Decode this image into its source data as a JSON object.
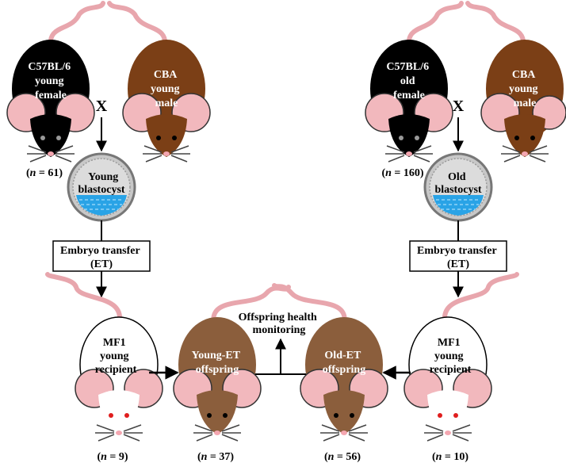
{
  "colors": {
    "black_mouse": "#000000",
    "brown_mouse": "#7b3f16",
    "et_brown": "#8b5e3c",
    "white_mouse": "#ffffff",
    "ear_pink": "#f2b8bd",
    "tail_pink": "#e8a6ad",
    "nose_pink": "#f4a6b0",
    "eye_red": "#e01e1e",
    "dish_grey": "#c8c8c8",
    "cells_blue": "#29a3e6"
  },
  "mice": {
    "c57_young": {
      "line1": "C57BL/6",
      "line2": "young",
      "line3": "female",
      "n_prefix": "(",
      "n_var": "n",
      "n_rest": " = 61)"
    },
    "cba_left": {
      "line1": "CBA",
      "line2": "young",
      "line3": "male"
    },
    "c57_old": {
      "line1": "C57BL/6",
      "line2": "old",
      "line3": "female",
      "n_prefix": "(",
      "n_var": "n",
      "n_rest": " = 160)"
    },
    "cba_right": {
      "line1": "CBA",
      "line2": "young",
      "line3": "male"
    },
    "mf1_left": {
      "line1": "MF1",
      "line2": "young",
      "line3": "recipient",
      "n_prefix": "(",
      "n_var": "n",
      "n_rest": " = 9)"
    },
    "young_et": {
      "line1": "Young-ET",
      "line2": "offspring",
      "n_prefix": "(",
      "n_var": "n",
      "n_rest": " = 37)"
    },
    "old_et": {
      "line1": "Old-ET",
      "line2": "offspring",
      "n_prefix": "(",
      "n_var": "n",
      "n_rest": " = 56)"
    },
    "mf1_right": {
      "line1": "MF1",
      "line2": "young",
      "line3": "recipient",
      "n_prefix": "(",
      "n_var": "n",
      "n_rest": " = 10)"
    }
  },
  "cross_symbol": "X",
  "blastocysts": {
    "young": {
      "line1": "Young",
      "line2": "blastocyst"
    },
    "old": {
      "line1": "Old",
      "line2": "blastocyst"
    }
  },
  "et_box": {
    "line1": "Embryo transfer",
    "line2": "(ET)"
  },
  "monitoring": {
    "line1": "Offspring health",
    "line2": "monitoring"
  }
}
